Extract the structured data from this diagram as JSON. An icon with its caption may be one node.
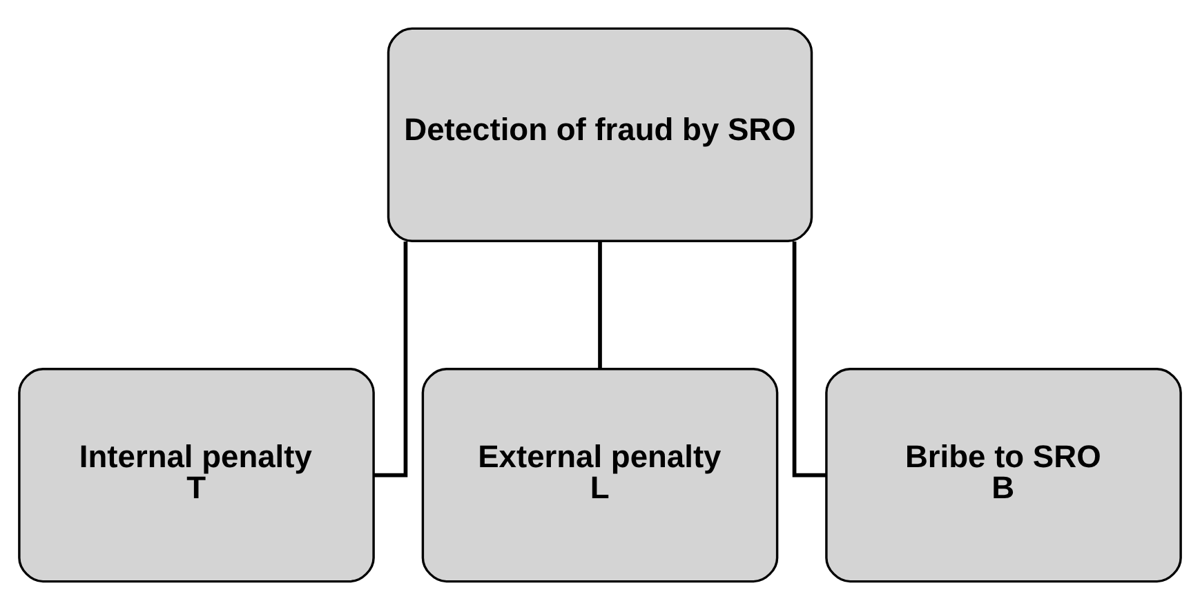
{
  "diagram": {
    "nodes": [
      {
        "text": [
          "Detection of fraud by SRO"
        ]
      },
      {
        "text": [
          "Internal penalty",
          "T"
        ]
      },
      {
        "text": [
          "External penalty",
          "L"
        ]
      },
      {
        "text": [
          "Bribe to SRO",
          "B"
        ]
      }
    ],
    "edges": [
      {
        "from": 0,
        "to": 1,
        "arrow": "none"
      },
      {
        "from": 0,
        "to": 2,
        "arrow": "none"
      },
      {
        "from": 0,
        "to": 3,
        "arrow": "none"
      }
    ]
  }
}
